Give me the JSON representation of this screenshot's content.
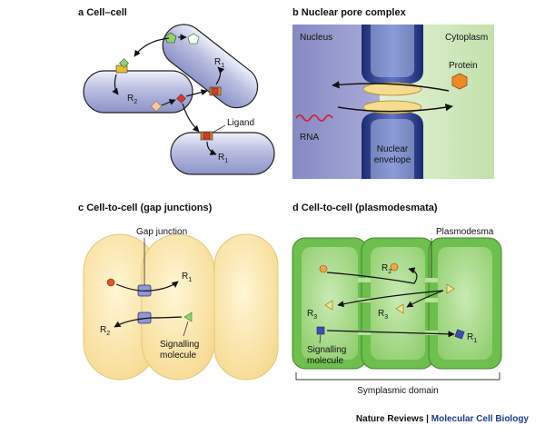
{
  "panels": {
    "a": {
      "letter": "a",
      "title": "Cell–cell",
      "r1_top": "R",
      "r2": "R",
      "ligand": "Ligand",
      "r1_bottom": "R",
      "sub1": "1",
      "sub2": "2"
    },
    "b": {
      "letter": "b",
      "title": "Nuclear pore complex",
      "nucleus": "Nucleus",
      "cytoplasm": "Cytoplasm",
      "protein": "Protein",
      "rna": "RNA",
      "envelope_line1": "Nuclear",
      "envelope_line2": "envelope"
    },
    "c": {
      "letter": "c",
      "title": "Cell-to-cell (gap junctions)",
      "gap_junction": "Gap junction",
      "r1": "R",
      "r2": "R",
      "signalling_line1": "Signalling",
      "signalling_line2": "molecule",
      "sub1": "1",
      "sub2": "2"
    },
    "d": {
      "letter": "d",
      "title": "Cell-to-cell (plasmodesmata)",
      "plasmodesma": "Plasmodesma",
      "r2": "R",
      "r3_left": "R",
      "r3_mid": "R",
      "r1": "R",
      "signalling_line1": "Signalling",
      "signalling_line2": "molecule",
      "symplasmic": "Symplasmic domain",
      "sub1": "1",
      "sub2": "2",
      "sub3": "3"
    }
  },
  "credit": {
    "publisher": "Nature Reviews",
    "separator": " | ",
    "journal": "Molecular Cell Biology"
  },
  "colors": {
    "cell_a": "#b8bde0",
    "nucleus": "#8c8fc6",
    "cytoplasm": "#cfe6bd",
    "envelope": "#1e2f7a",
    "pore": "#f6dc8e",
    "gap_cell": "#fbe7ad",
    "plant_wall": "#6dbf4e",
    "plant_cell": "#a6d988"
  }
}
